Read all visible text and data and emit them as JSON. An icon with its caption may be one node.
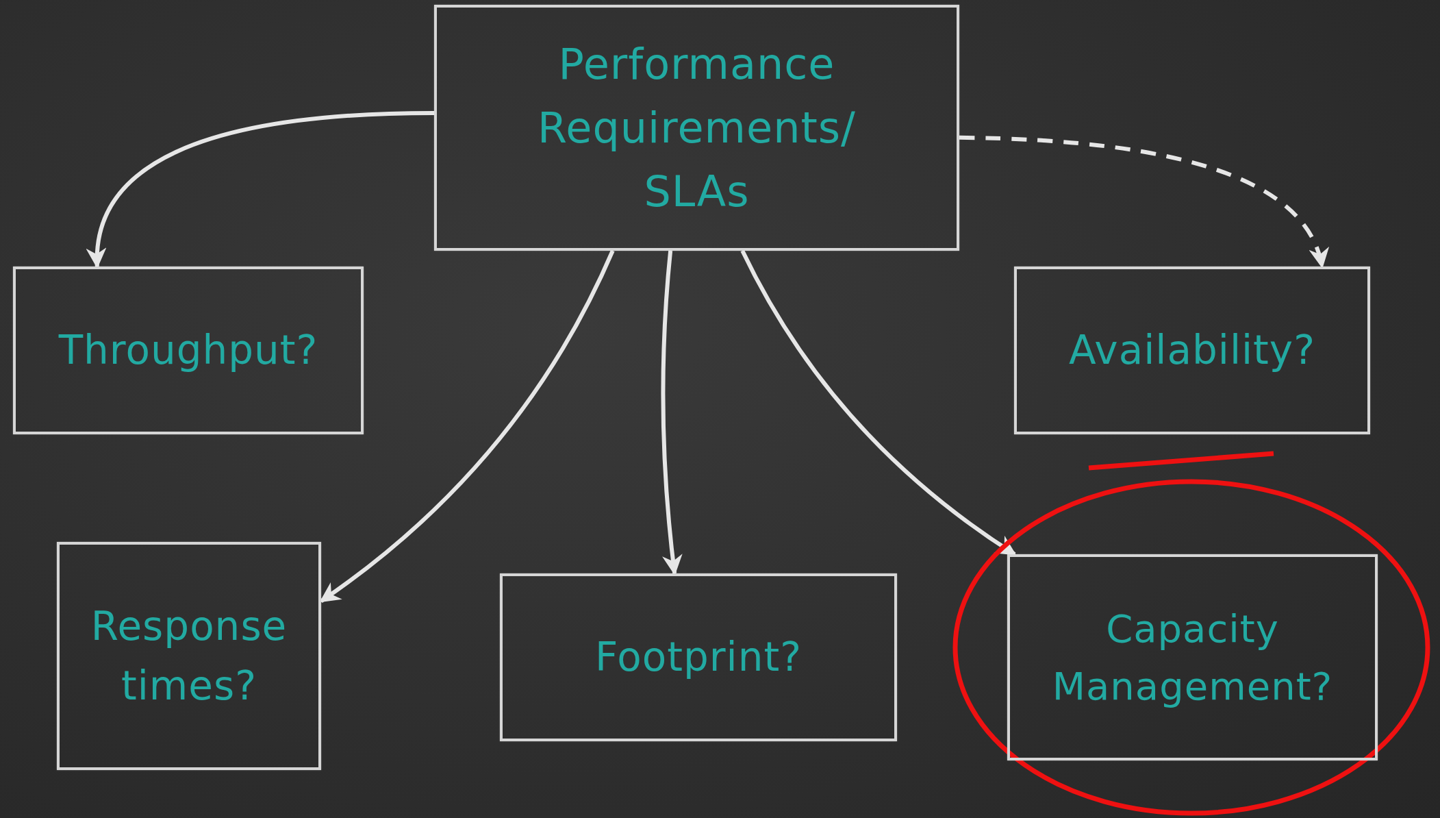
{
  "diagram": {
    "nodes": [
      {
        "text": [
          "Performance Requirements/ SLAs"
        ]
      },
      {
        "text": [
          "Throughput?"
        ]
      },
      {
        "text": [
          "Availability?"
        ]
      },
      {
        "text": [
          "Response times?"
        ]
      },
      {
        "text": [
          "Footprint?"
        ]
      },
      {
        "text": [
          "Capacity Management?"
        ]
      }
    ],
    "edges": [
      {
        "from": 0,
        "to": 1,
        "arrow": "to"
      },
      {
        "from": 0,
        "to": 2,
        "arrow": "to",
        "style": "dashed"
      },
      {
        "from": 0,
        "to": 3,
        "arrow": "to"
      },
      {
        "from": 0,
        "to": 4,
        "arrow": "to"
      },
      {
        "from": 0,
        "to": 5,
        "arrow": "to"
      }
    ]
  }
}
